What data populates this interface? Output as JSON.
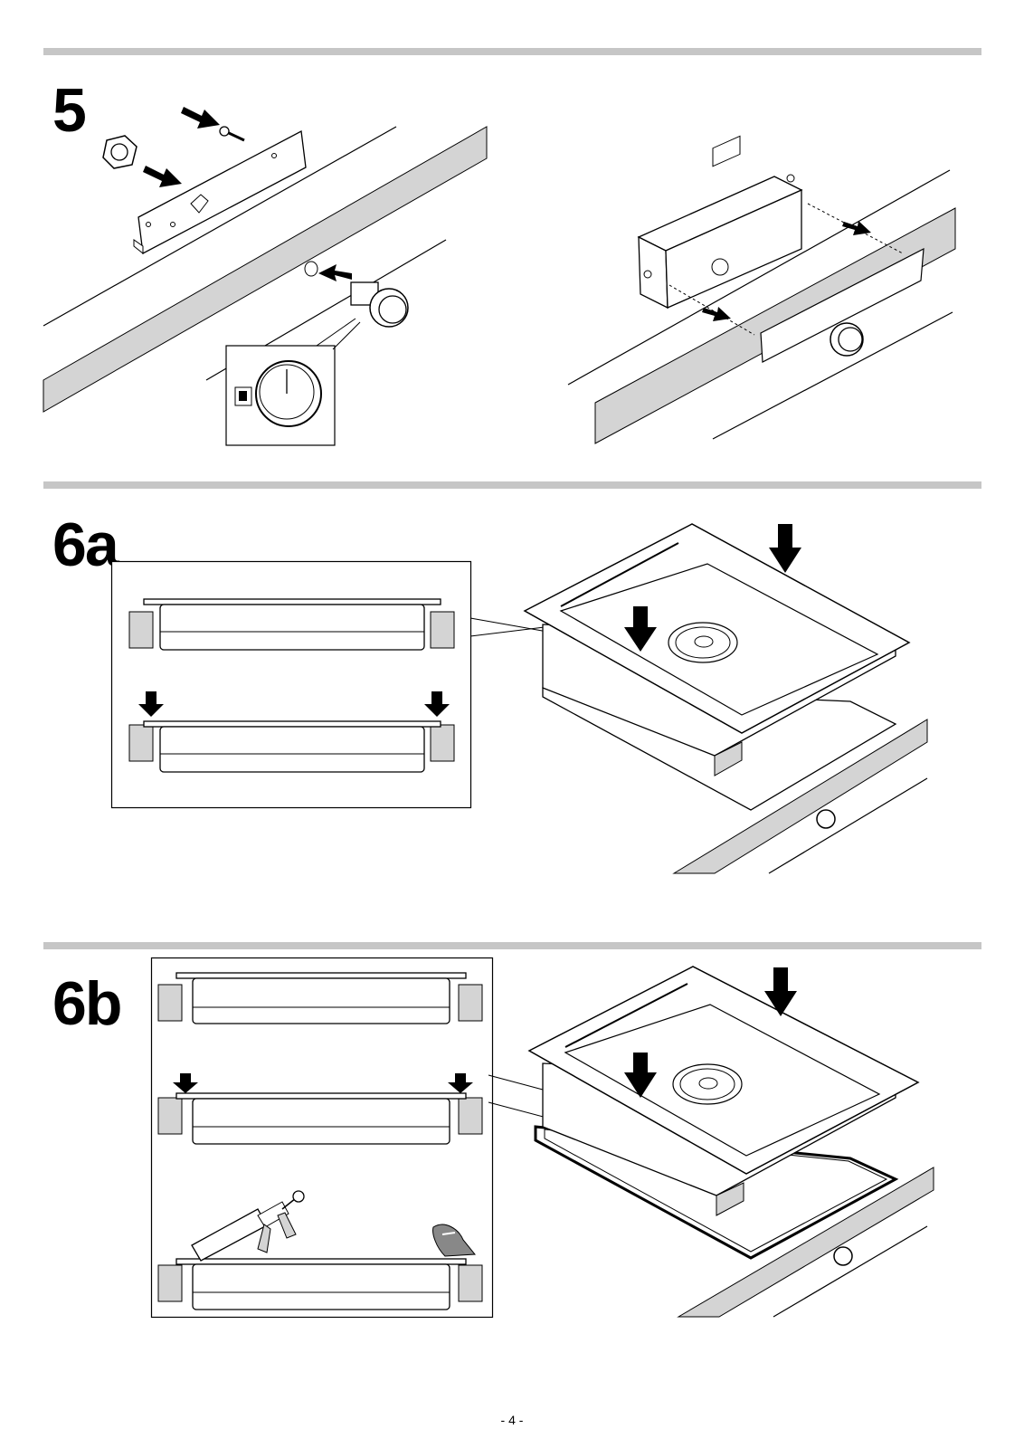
{
  "steps": {
    "s5": "5",
    "s6a": "6a",
    "s6b": "6b"
  },
  "page_number": "- 4 -",
  "colors": {
    "separator": "#c6c6c6",
    "surface_edge": "#d4d4d4",
    "ink": "#000000"
  },
  "icons": [
    "arrow-icon",
    "nut-icon",
    "screw-icon",
    "knob-icon",
    "caulk-gun-icon",
    "spatula-icon"
  ]
}
